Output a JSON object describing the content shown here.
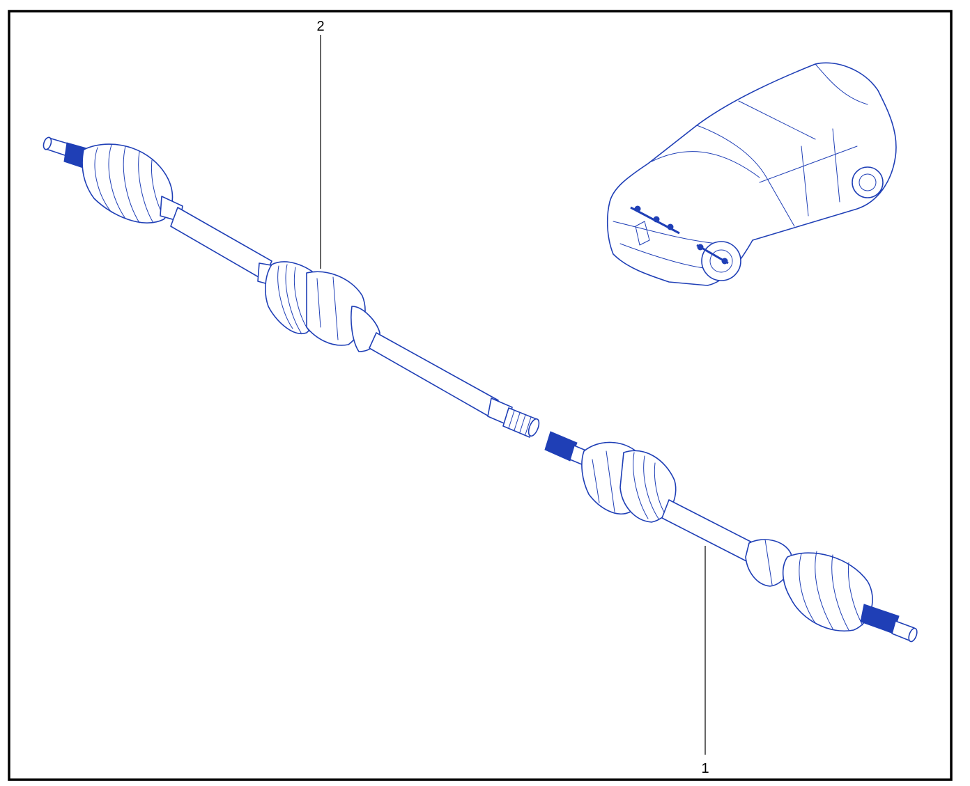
{
  "diagram": {
    "callouts": [
      {
        "id": "callout-2",
        "label": "2"
      },
      {
        "id": "callout-1",
        "label": "1"
      }
    ],
    "colors": {
      "ink": "#1f3fb6",
      "frame": "#000000",
      "background": "#ffffff"
    },
    "icons": [
      "car-locator-icon",
      "drive-shaft-left",
      "drive-shaft-right"
    ]
  }
}
